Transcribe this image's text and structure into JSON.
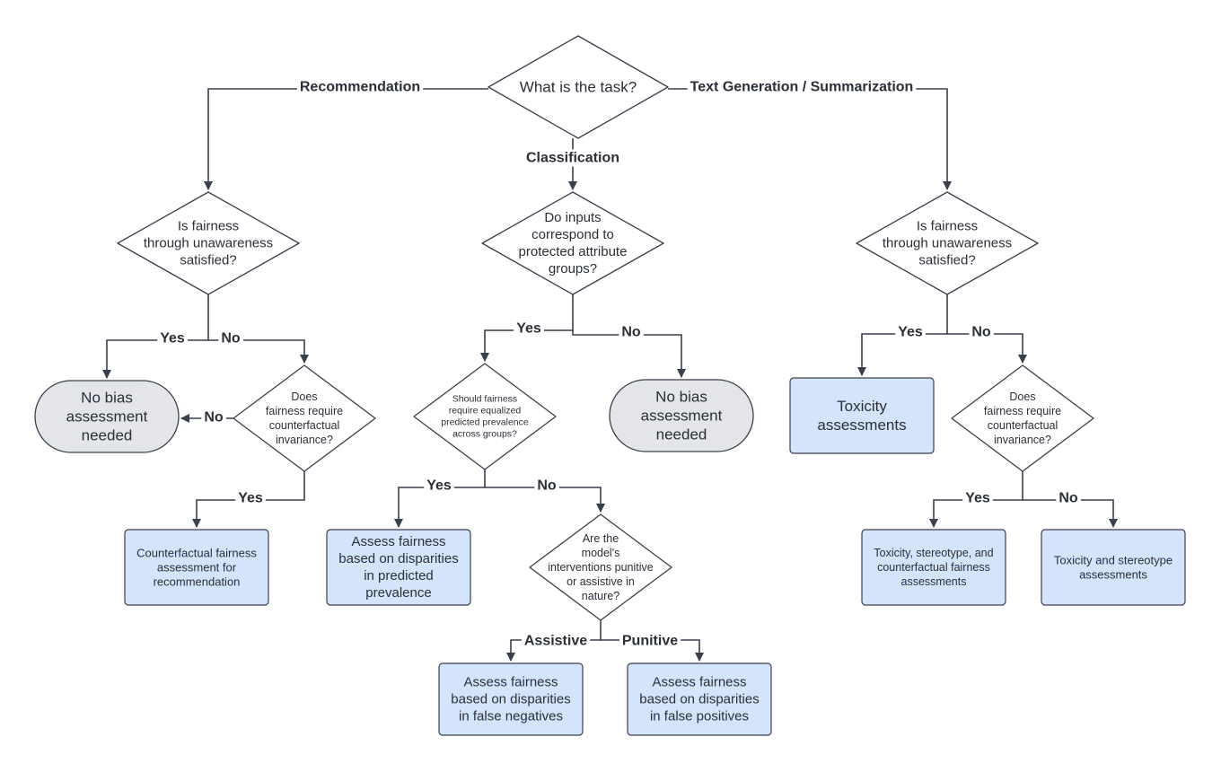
{
  "colors": {
    "line": "#3a3f4d",
    "box_fill": "#d3e4fb",
    "terminal_fill": "#e4e5e8",
    "diamond_fill": "#ffffff",
    "text": "#2b2f38"
  },
  "nodes": {
    "task": {
      "type": "decision",
      "lines": [
        "What is the task?"
      ]
    },
    "rec_ftu": {
      "type": "decision",
      "lines": [
        "Is fairness",
        "through unawareness",
        "satisfied?"
      ]
    },
    "rec_no_bias": {
      "type": "terminal",
      "lines": [
        "No bias",
        "assessment",
        "needed"
      ]
    },
    "rec_cf_q": {
      "type": "decision",
      "lines": [
        "Does",
        "fairness require",
        "counterfactual",
        "invariance?"
      ]
    },
    "rec_cf_assess": {
      "type": "outcome",
      "lines": [
        "Counterfactual fairness",
        "assessment for",
        "recommendation"
      ]
    },
    "cls_inputs": {
      "type": "decision",
      "lines": [
        "Do inputs",
        "correspond to",
        "protected attribute",
        "groups?"
      ]
    },
    "cls_equalized": {
      "type": "decision",
      "lines": [
        "Should fairness",
        "require equalized",
        "predicted prevalence",
        "across groups?"
      ]
    },
    "cls_no_bias": {
      "type": "terminal",
      "lines": [
        "No bias",
        "assessment",
        "needed"
      ]
    },
    "cls_prevalence": {
      "type": "outcome",
      "lines": [
        "Assess fairness",
        "based on disparities",
        "in predicted",
        "prevalence"
      ]
    },
    "cls_punitive_q": {
      "type": "decision",
      "lines": [
        "Are the",
        "model's",
        "interventions punitive",
        "or assistive in",
        "nature?"
      ]
    },
    "cls_fn": {
      "type": "outcome",
      "lines": [
        "Assess fairness",
        "based on disparities",
        "in false negatives"
      ]
    },
    "cls_fp": {
      "type": "outcome",
      "lines": [
        "Assess fairness",
        "based on disparities",
        "in false positives"
      ]
    },
    "txt_ftu": {
      "type": "decision",
      "lines": [
        "Is fairness",
        "through unawareness",
        "satisfied?"
      ]
    },
    "txt_toxicity": {
      "type": "outcome",
      "lines": [
        "Toxicity",
        "assessments"
      ]
    },
    "txt_cf_q": {
      "type": "decision",
      "lines": [
        "Does",
        "fairness require",
        "counterfactual",
        "invariance?"
      ]
    },
    "txt_tox_stereo_cf": {
      "type": "outcome",
      "lines": [
        "Toxicity, stereotype, and",
        "counterfactual fairness",
        "assessments"
      ]
    },
    "txt_tox_stereo": {
      "type": "outcome",
      "lines": [
        "Toxicity and stereotype",
        "assessments"
      ]
    }
  },
  "edges": [
    {
      "from": "task",
      "to": "rec_ftu",
      "label": "Recommendation"
    },
    {
      "from": "task",
      "to": "cls_inputs",
      "label": "Classification"
    },
    {
      "from": "task",
      "to": "txt_ftu",
      "label": "Text Generation / Summarization"
    },
    {
      "from": "rec_ftu",
      "to": "rec_no_bias",
      "label": "Yes"
    },
    {
      "from": "rec_ftu",
      "to": "rec_cf_q",
      "label": "No"
    },
    {
      "from": "rec_cf_q",
      "to": "rec_no_bias",
      "label": "No"
    },
    {
      "from": "rec_cf_q",
      "to": "rec_cf_assess",
      "label": "Yes"
    },
    {
      "from": "cls_inputs",
      "to": "cls_equalized",
      "label": "Yes"
    },
    {
      "from": "cls_inputs",
      "to": "cls_no_bias",
      "label": "No"
    },
    {
      "from": "cls_equalized",
      "to": "cls_prevalence",
      "label": "Yes"
    },
    {
      "from": "cls_equalized",
      "to": "cls_punitive_q",
      "label": "No"
    },
    {
      "from": "cls_punitive_q",
      "to": "cls_fn",
      "label": "Assistive"
    },
    {
      "from": "cls_punitive_q",
      "to": "cls_fp",
      "label": "Punitive"
    },
    {
      "from": "txt_ftu",
      "to": "txt_toxicity",
      "label": "Yes"
    },
    {
      "from": "txt_ftu",
      "to": "txt_cf_q",
      "label": "No"
    },
    {
      "from": "txt_cf_q",
      "to": "txt_tox_stereo_cf",
      "label": "Yes"
    },
    {
      "from": "txt_cf_q",
      "to": "txt_tox_stereo",
      "label": "No"
    }
  ]
}
